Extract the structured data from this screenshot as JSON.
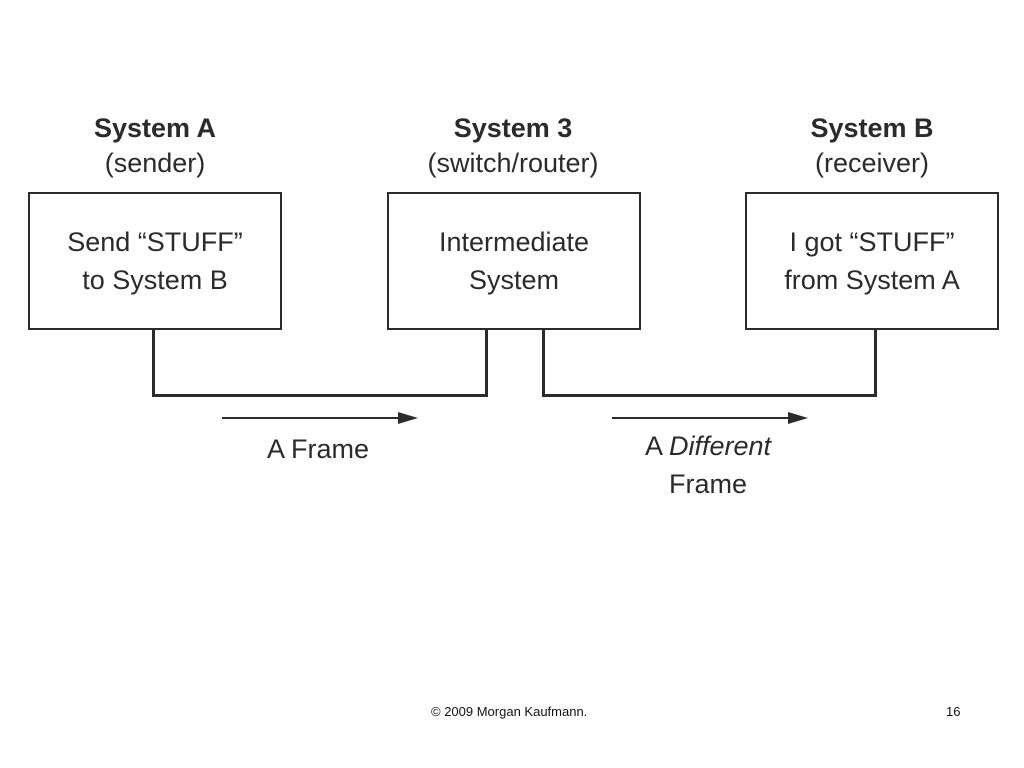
{
  "systems": [
    {
      "title": "System A",
      "role": "(sender)",
      "box_lines": [
        "Send “STUFF”",
        "to System B"
      ]
    },
    {
      "title": "System 3",
      "role": "(switch/router)",
      "box_lines": [
        "Intermediate",
        "System"
      ]
    },
    {
      "title": "System B",
      "role": "(receiver)",
      "box_lines": [
        "I got “STUFF”",
        "from System A"
      ]
    }
  ],
  "frames": [
    {
      "line1": "A Frame"
    },
    {
      "line1_prefix": "A ",
      "line1_emphasis": "Different",
      "line2": "Frame"
    }
  ],
  "footer": {
    "copyright": "© 2009 Morgan Kaufmann.",
    "page_number": "16"
  }
}
